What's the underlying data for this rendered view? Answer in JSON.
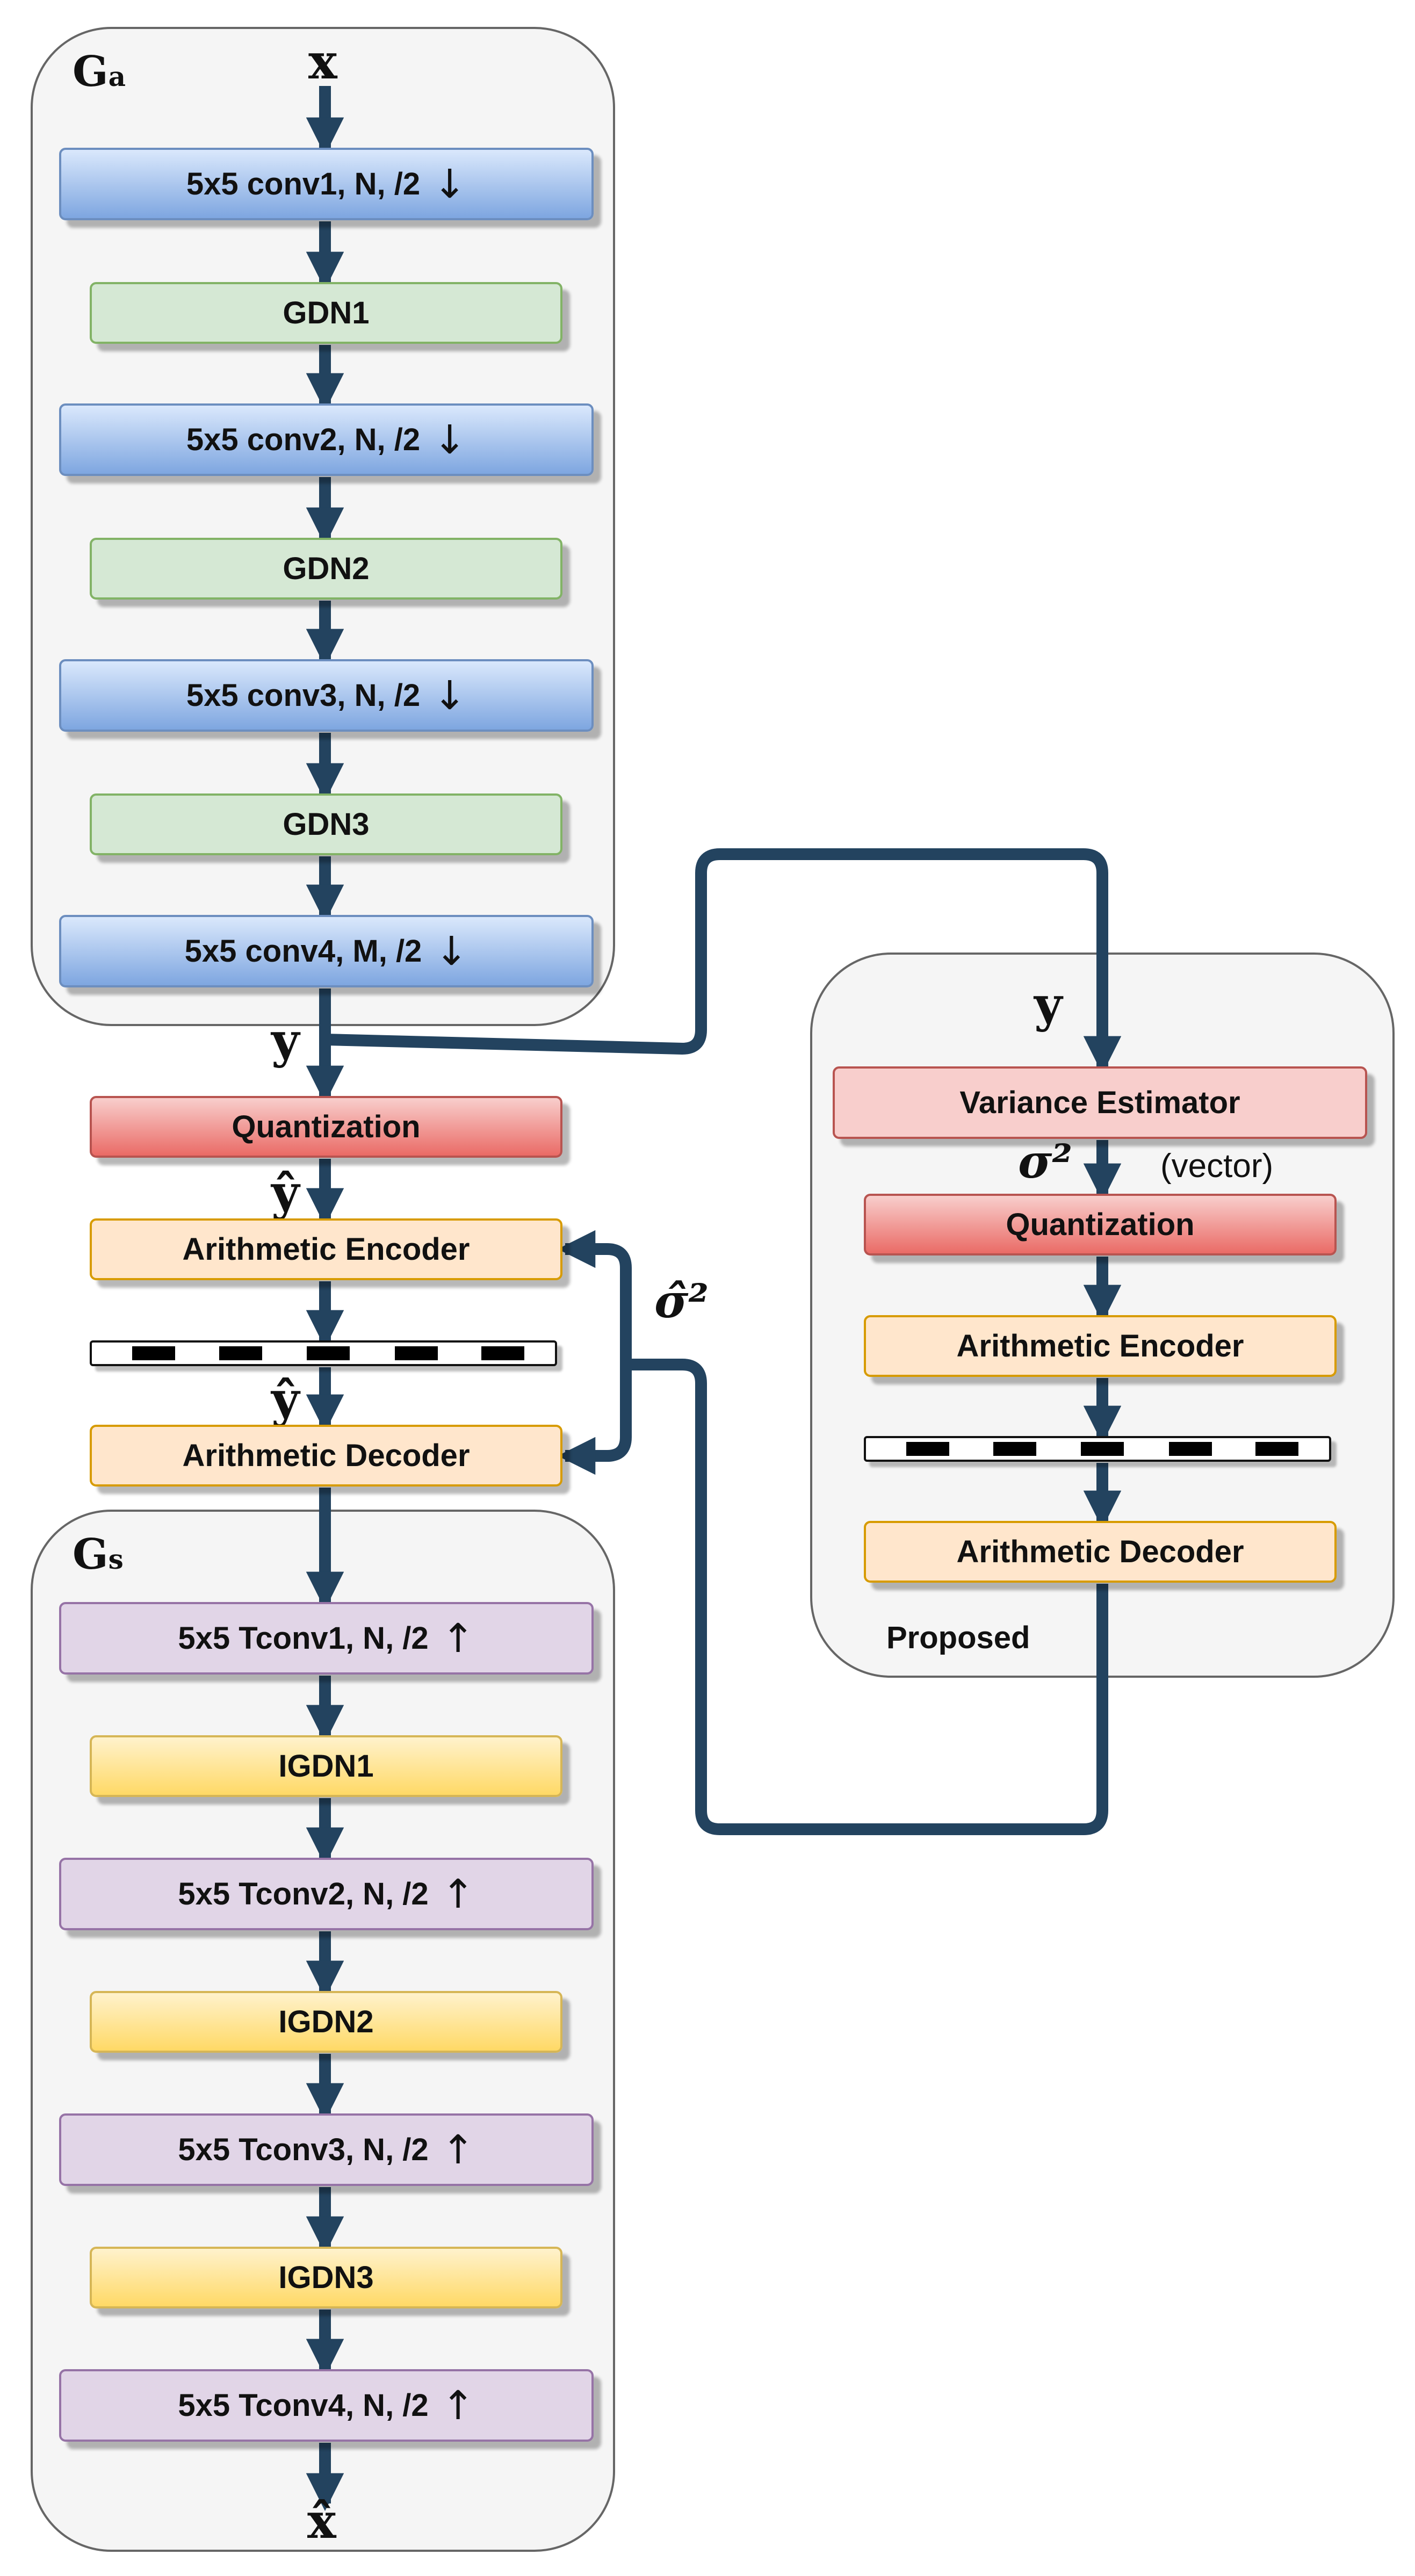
{
  "encoder": {
    "title_main": "G",
    "title_sub": "a",
    "input_label": "x",
    "output_label": "y",
    "layers": [
      "5x5 conv1, N, /2",
      "GDN1",
      "5x5 conv2, N, /2",
      "GDN2",
      "5x5 conv3, N, /2",
      "GDN3",
      "5x5 conv4, M, /2"
    ],
    "down_arrow": "↓"
  },
  "middle": {
    "quantization": "Quantization",
    "yhat_label_1": "ŷ",
    "arith_encoder": "Arithmetic Encoder",
    "yhat_label_2": "ŷ",
    "arith_decoder": "Arithmetic Decoder",
    "sigma_hat_label": "σ̂²"
  },
  "decoder": {
    "title_main": "G",
    "title_sub": "s",
    "output_label": "x̂",
    "layers": [
      "5x5 Tconv1, N, /2",
      "IGDN1",
      "5x5 Tconv2, N, /2",
      "IGDN2",
      "5x5 Tconv3, N, /2",
      "IGDN3",
      "5x5 Tconv4, N, /2"
    ],
    "up_arrow": "↑"
  },
  "proposed": {
    "input_label": "y",
    "variance_estimator": "Variance Estimator",
    "sigma_label": "σ²",
    "vector_note": "(vector)",
    "quantization": "Quantization",
    "arith_encoder": "Arithmetic Encoder",
    "arith_decoder": "Arithmetic Decoder",
    "caption": "Proposed"
  },
  "colors": {
    "arrow": "#23435f",
    "group_fill": "#f5f5f5",
    "group_border": "#666666"
  }
}
